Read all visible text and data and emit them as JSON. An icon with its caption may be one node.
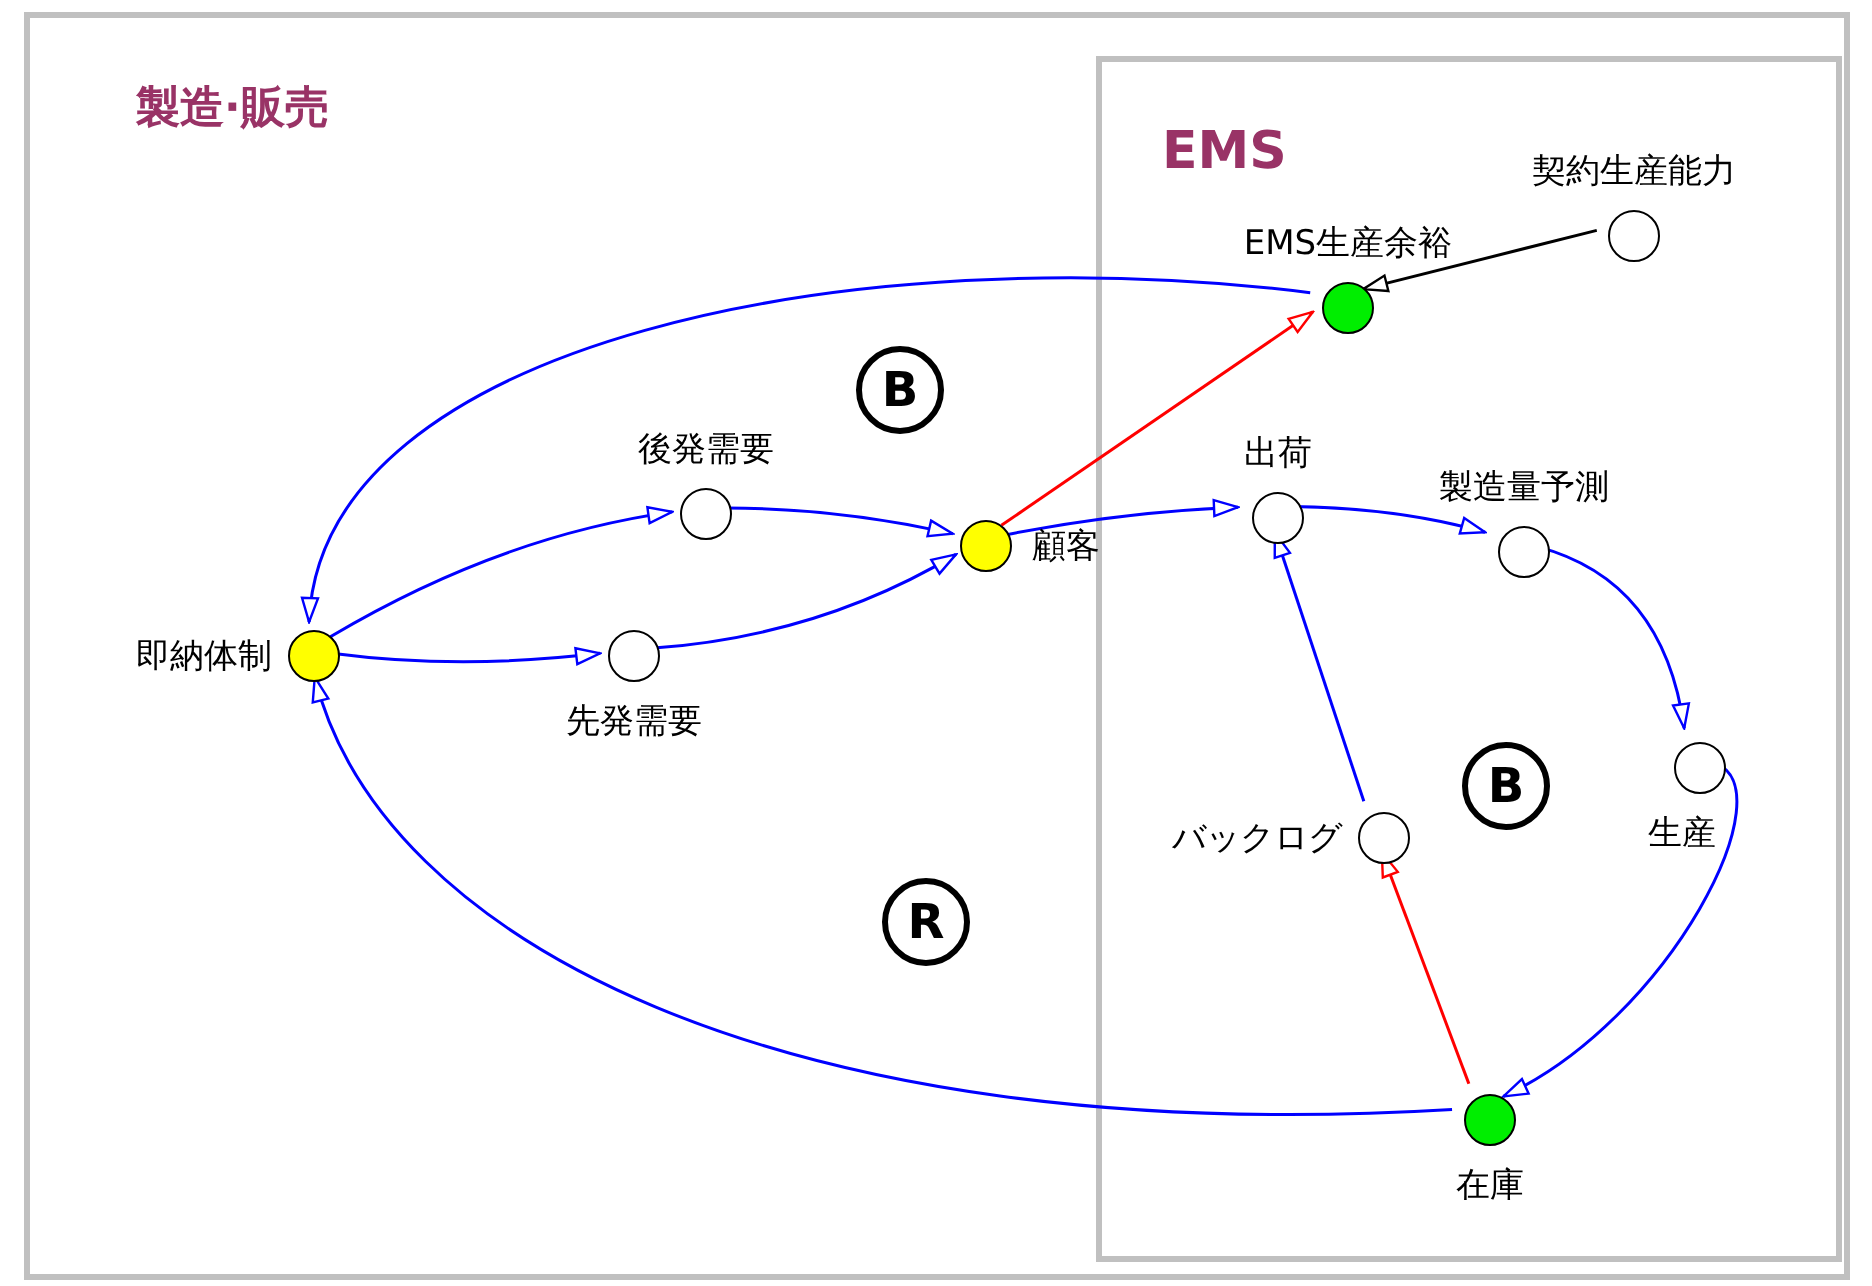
{
  "diagram": {
    "nodes": [
      {
        "text": [
          "製造·販売"
        ]
      },
      {
        "text": [
          "EMS"
        ],
        "in": 0
      },
      {
        "text": [],
        "shape": "circle",
        "beside": [
          "契約生産能力"
        ],
        "in": 1
      },
      {
        "text": [],
        "shape": "circle",
        "beside": [
          "EMS生産余裕"
        ],
        "in": 1
      },
      {
        "text": [
          "B"
        ],
        "in": 0
      },
      {
        "text": [],
        "shape": "circle",
        "beside": [
          "後発需要"
        ],
        "in": 0
      },
      {
        "text": [],
        "shape": "circle",
        "beside": [
          "顧客"
        ],
        "in": 0
      },
      {
        "text": [],
        "shape": "circle",
        "beside": [
          "出荷"
        ],
        "in": 1
      },
      {
        "text": [],
        "shape": "circle",
        "beside": [
          "製造量予測"
        ],
        "in": 1
      },
      {
        "text": [],
        "shape": "circle",
        "beside": [
          "即納体制"
        ],
        "in": 0
      },
      {
        "text": [],
        "shape": "circle",
        "beside": [
          "先発需要"
        ],
        "in": 0
      },
      {
        "text": [
          "B"
        ],
        "in": 1
      },
      {
        "text": [],
        "shape": "circle",
        "beside": [
          "生産"
        ],
        "in": 1
      },
      {
        "text": [],
        "shape": "circle",
        "beside": [
          "バックログ"
        ],
        "in": 1
      },
      {
        "text": [
          "R"
        ],
        "in": 0
      },
      {
        "text": [],
        "shape": "circle",
        "beside": [
          "在庫"
        ],
        "in": 1
      }
    ],
    "edges": [
      {
        "from": 9,
        "to": 5,
        "arrow": "to"
      },
      {
        "from": 9,
        "to": 10,
        "arrow": "to"
      },
      {
        "from": 5,
        "to": 6,
        "arrow": "to"
      },
      {
        "from": 10,
        "to": 6,
        "arrow": "to"
      },
      {
        "from": 6,
        "to": 7,
        "arrow": "to"
      },
      {
        "from": 6,
        "to": 3,
        "arrow": "to",
        "color": "#ff0000"
      },
      {
        "from": 2,
        "to": 3,
        "arrow": "to",
        "color": "#000000"
      },
      {
        "from": 3,
        "to": 9,
        "arrow": "to"
      },
      {
        "from": 7,
        "to": 8,
        "arrow": "to"
      },
      {
        "from": 8,
        "to": 12,
        "arrow": "to"
      },
      {
        "from": 12,
        "to": 15,
        "arrow": "to"
      },
      {
        "from": 15,
        "to": 13,
        "arrow": "to",
        "color": "#ff0000"
      },
      {
        "from": 13,
        "to": 7,
        "arrow": "to"
      },
      {
        "from": 15,
        "to": 9,
        "arrow": "to"
      }
    ]
  }
}
